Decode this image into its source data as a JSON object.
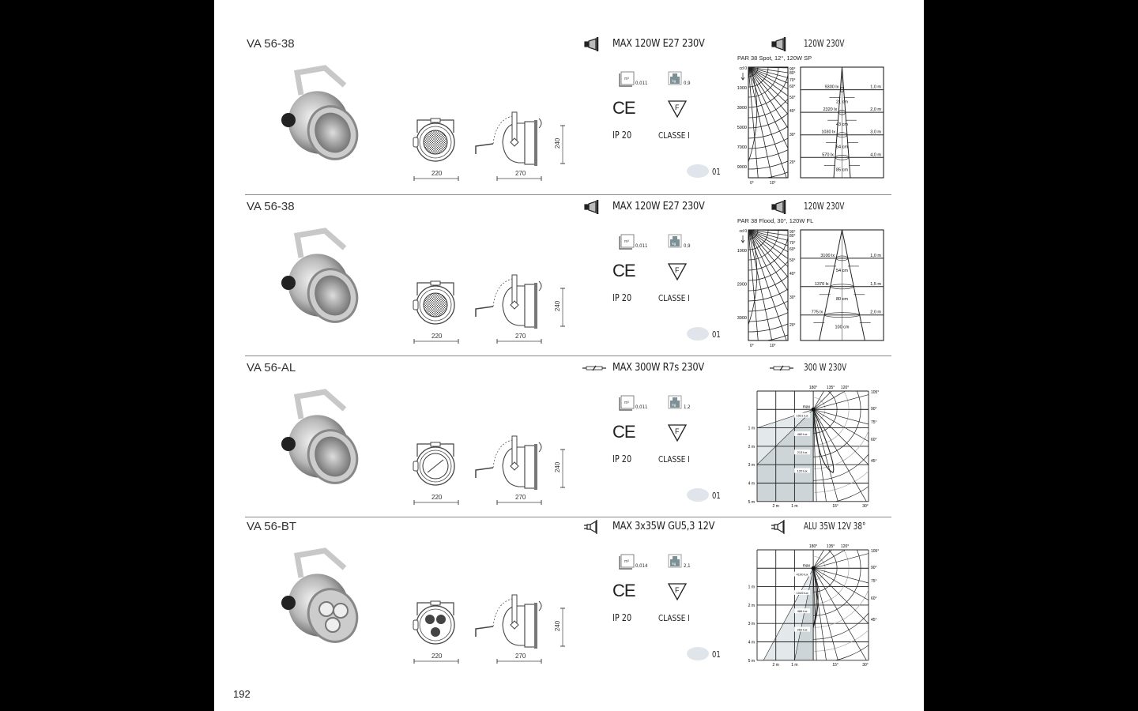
{
  "page_number": "192",
  "products": [
    {
      "name": "VA 56-38",
      "lamp_icon": "par-lamp-icon",
      "max_spec": "MAX 120W E27 230V",
      "volume": "0,011",
      "weight": "0,9",
      "volume_unit": "m³",
      "weight_unit": "kg",
      "ce": "CE",
      "class_mark": "F",
      "ip": "IP 20",
      "class": "CLASSE I",
      "finish_code": "01",
      "finish_color": "#dfe5ea",
      "front_type": "par",
      "dims": {
        "width": "220",
        "depth": "270",
        "height": "240"
      },
      "photo_type": "par",
      "diagram": {
        "type": "cone",
        "lamp_spec": "120W 230V",
        "caption": "PAR 38 Spot, 12°, 120W SP",
        "cd_top": "cd 0",
        "cd_ticks": [
          "1000",
          "3000",
          "5000",
          "7000",
          "9000"
        ],
        "angle_ticks": [
          "90°",
          "80°",
          "70°",
          "60°",
          "50°",
          "40°",
          "30°",
          "20°"
        ],
        "bottom_ticks": [
          "0°",
          "10°"
        ],
        "spread": 0.2,
        "rows": [
          {
            "lux": "9300 lx",
            "dist": "1,0 m",
            "dia": "21 cm"
          },
          {
            "lux": "2320 lx",
            "dist": "2,0 m",
            "dia": "43 cm"
          },
          {
            "lux": "1030 lx",
            "dist": "3,0 m",
            "dia": "64 cm"
          },
          {
            "lux": "570 lx",
            "dist": "4,0 m",
            "dia": "85 cm"
          }
        ]
      }
    },
    {
      "name": "VA 56-38",
      "lamp_icon": "par-lamp-icon",
      "max_spec": "MAX 120W E27 230V",
      "volume": "0,011",
      "weight": "0,9",
      "volume_unit": "m³",
      "weight_unit": "kg",
      "ce": "CE",
      "class_mark": "F",
      "ip": "IP 20",
      "class": "CLASSE I",
      "finish_code": "01",
      "finish_color": "#dfe5ea",
      "front_type": "par",
      "dims": {
        "width": "220",
        "depth": "270",
        "height": "240"
      },
      "photo_type": "par",
      "diagram": {
        "type": "cone",
        "lamp_spec": "120W 230V",
        "caption": "PAR 38 Flood, 30°, 120W FL",
        "cd_top": "cd 0",
        "cd_ticks": [
          "1000",
          "2000",
          "3000"
        ],
        "angle_ticks": [
          "90°",
          "80°",
          "70°",
          "60°",
          "50°",
          "40°",
          "30°",
          "20°"
        ],
        "bottom_ticks": [
          "0°",
          "10°"
        ],
        "spread": 0.55,
        "rows": [
          {
            "lux": "3100 lx",
            "dist": "1,0 m",
            "dia": "54 cm"
          },
          {
            "lux": "1370 lx",
            "dist": "1,5 m",
            "dia": "80 cm"
          },
          {
            "lux": "775 lx",
            "dist": "2,0 m",
            "dia": "100 cm"
          }
        ]
      }
    },
    {
      "name": "VA 56-AL",
      "lamp_icon": "linear-halogen-icon",
      "max_spec": "MAX 300W R7s 230V",
      "volume": "0,011",
      "weight": "1,2",
      "volume_unit": "m³",
      "weight_unit": "kg",
      "ce": "CE",
      "class_mark": "F",
      "ip": "IP 20",
      "class": "CLASSE I",
      "finish_code": "01",
      "finish_color": "#dfe5ea",
      "front_type": "linear",
      "dims": {
        "width": "220",
        "depth": "270",
        "height": "240"
      },
      "photo_type": "linear",
      "diagram": {
        "type": "isolux",
        "lamp_spec": "300 W 230V",
        "top_ticks": [
          "180°",
          "135°",
          "120°"
        ],
        "right_ticks": [
          "105°",
          "90°",
          "75°",
          "60°",
          "45°"
        ],
        "left_ticks": [
          "1 m",
          "2 m",
          "3 m",
          "4 m",
          "5 m"
        ],
        "bottom_ticks": [
          "2 m",
          "1 m",
          "15°",
          "30°"
        ],
        "max_label": "max",
        "shade": "wide",
        "lux": [
          "1921 lux",
          "480 lux",
          "213 lux",
          "120 lux"
        ]
      }
    },
    {
      "name": "VA 56-BT",
      "lamp_icon": "dichroic-lamp-icon",
      "max_spec": "MAX 3x35W GU5,3 12V",
      "volume": "0,014",
      "weight": "2,1",
      "volume_unit": "m³",
      "weight_unit": "kg",
      "ce": "CE",
      "class_mark": "F",
      "ip": "IP 20",
      "class": "CLASSE I",
      "finish_code": "01",
      "finish_color": "#dfe5ea",
      "front_type": "triple",
      "dims": {
        "width": "220",
        "depth": "270",
        "height": "240"
      },
      "photo_type": "triple",
      "diagram": {
        "type": "isolux",
        "lamp_spec": "ALU 35W 12V 38°",
        "top_ticks": [
          "180°",
          "135°",
          "120°"
        ],
        "right_ticks": [
          "105°",
          "90°",
          "75°",
          "60°",
          "45°"
        ],
        "left_ticks": [
          "1 m",
          "2 m",
          "3 m",
          "4 m",
          "5 m"
        ],
        "bottom_ticks": [
          "2 m",
          "1 m",
          "15°",
          "30°"
        ],
        "max_label": "max",
        "shade": "cone",
        "lux": [
          "4190 lux",
          "1049 lux",
          "466 lux",
          "262 lux"
        ]
      }
    }
  ]
}
